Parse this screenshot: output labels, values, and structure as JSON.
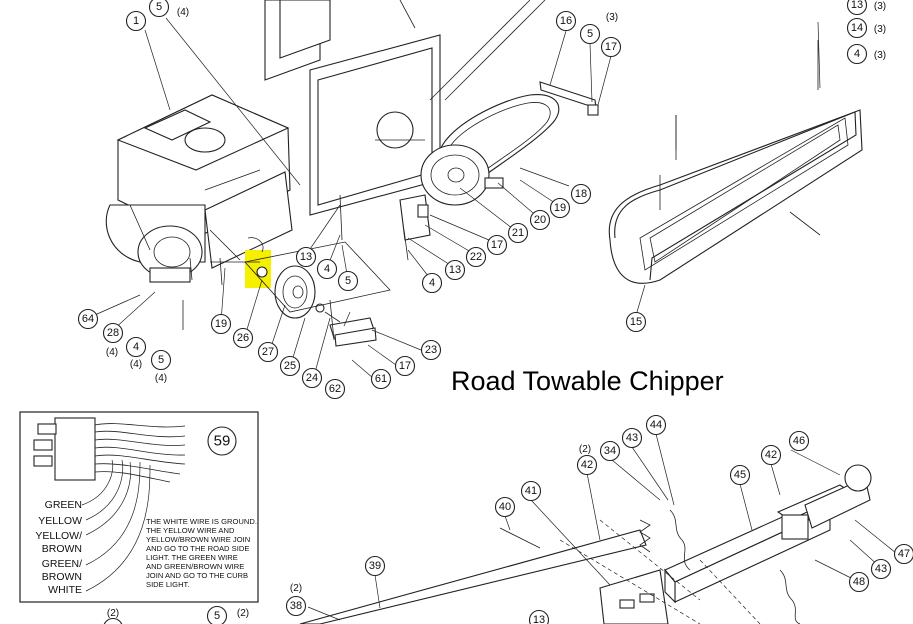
{
  "title": "Road Towable Chipper",
  "callouts": [
    "1",
    "5",
    "16",
    "5",
    "17",
    "13",
    "14",
    "4",
    "18",
    "19",
    "20",
    "21",
    "17",
    "22",
    "13",
    "4",
    "4",
    "5",
    "13",
    "26",
    "27",
    "25",
    "24",
    "23",
    "17",
    "61",
    "62",
    "19",
    "28",
    "64",
    "4",
    "5",
    "15",
    "59",
    "44",
    "43",
    "34",
    "42",
    "41",
    "40",
    "45",
    "42",
    "46",
    "47",
    "43",
    "48",
    "39",
    "38",
    "5",
    "13"
  ],
  "quantities": [
    "(4)",
    "(3)",
    "(3)",
    "(3)",
    "(3)",
    "(4)",
    "(4)",
    "(4)",
    "(2)",
    "(2)",
    "(2)",
    "(2)"
  ],
  "wiring": {
    "wire_labels": [
      "GREEN",
      "YELLOW",
      "YELLOW/",
      "BROWN",
      "GREEN/",
      "BROWN",
      "WHITE"
    ],
    "note_lines": [
      "THE WHITE WIRE IS GROUND.",
      "THE YELLOW WIRE AND",
      "YELLOW/BROWN WIRE JOIN",
      "AND GO TO THE ROAD SIDE",
      "LIGHT.  THE GREEN WIRE",
      "AND GREEN/BROWN WIRE",
      "JOIN AND GO TO THE CURB",
      "SIDE LIGHT."
    ]
  },
  "colors": {
    "highlight": "#f5f000",
    "ink": "#222222"
  }
}
